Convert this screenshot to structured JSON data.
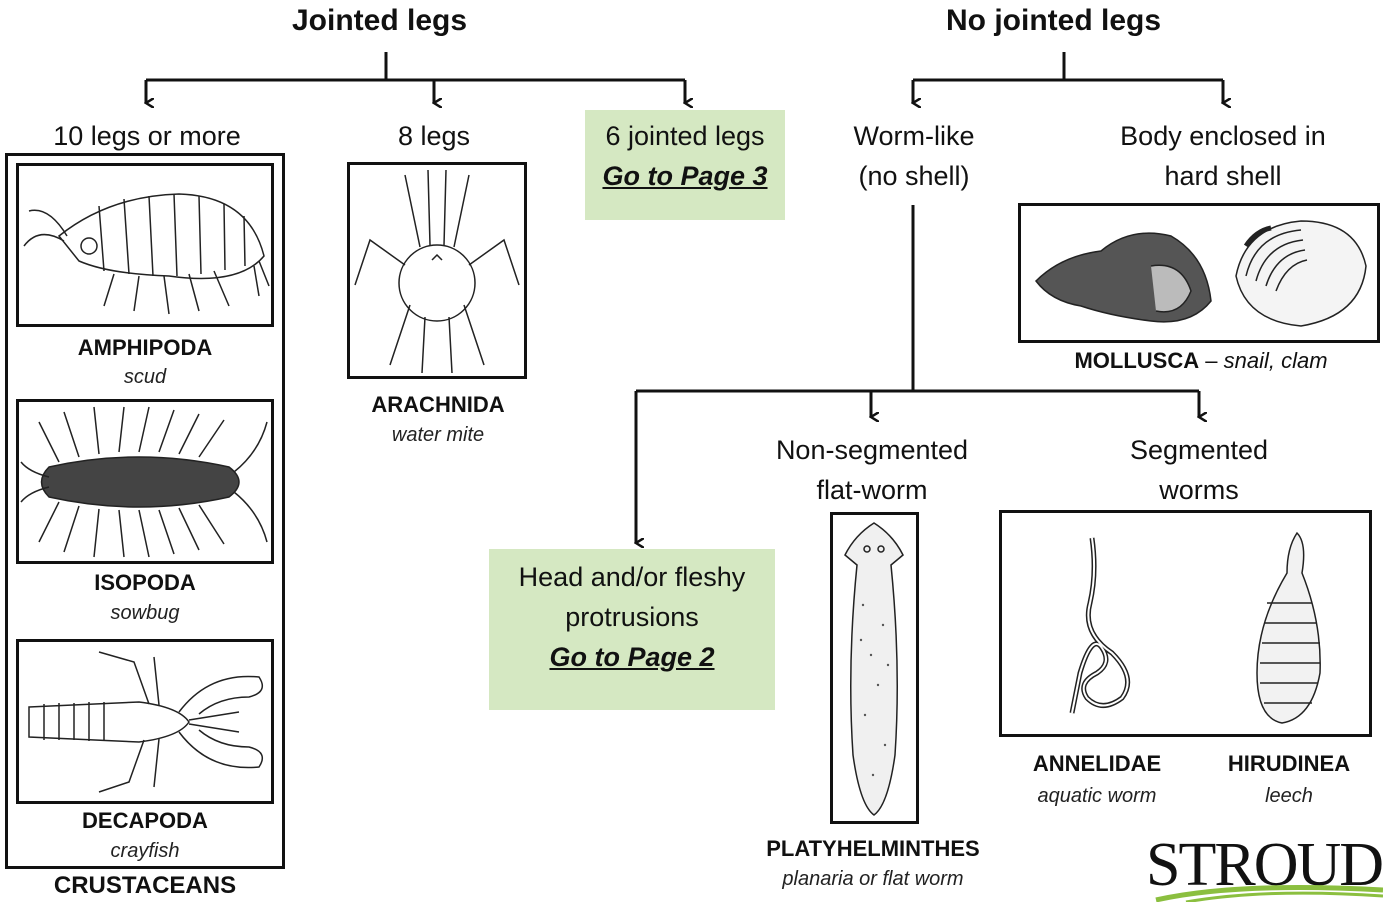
{
  "left_branch": {
    "heading": "Jointed legs",
    "ten_legs": {
      "label": "10 legs or more",
      "group_name": "CRUSTACEANS",
      "items": [
        {
          "name": "AMPHIPODA",
          "common": "scud"
        },
        {
          "name": "ISOPODA",
          "common": "sowbug"
        },
        {
          "name": "DECAPODA",
          "common": "crayfish"
        }
      ]
    },
    "eight_legs": {
      "label": "8 legs",
      "name": "ARACHNIDA",
      "common": "water mite"
    },
    "six_legs": {
      "label": "6 jointed legs",
      "link": "Go to Page 3"
    }
  },
  "right_branch": {
    "heading": "No jointed legs",
    "worm_like": {
      "line1": "Worm-like",
      "line2": "(no shell)"
    },
    "shell": {
      "line1": "Body enclosed in",
      "line2": "hard shell",
      "name": "MOLLUSCA",
      "separator": " – ",
      "common": "snail, clam"
    },
    "head_fleshy": {
      "line1": "Head and/or fleshy",
      "line2": "protrusions",
      "link": "Go to Page 2"
    },
    "flatworm": {
      "line1": "Non-segmented",
      "line2": "flat-worm",
      "name": "PLATYHELMINTHES",
      "common": "planaria or flat worm"
    },
    "segmented": {
      "line1": "Segmented",
      "line2": "worms",
      "items": [
        {
          "name": "ANNELIDAE",
          "common": "aquatic worm"
        },
        {
          "name": "HIRUDINEA",
          "common": "leech"
        }
      ]
    }
  },
  "logo": {
    "text": "STROUD"
  },
  "colors": {
    "green_box": "#d5e8c2",
    "line": "#111111",
    "logo_green": "#8bbf3f"
  }
}
